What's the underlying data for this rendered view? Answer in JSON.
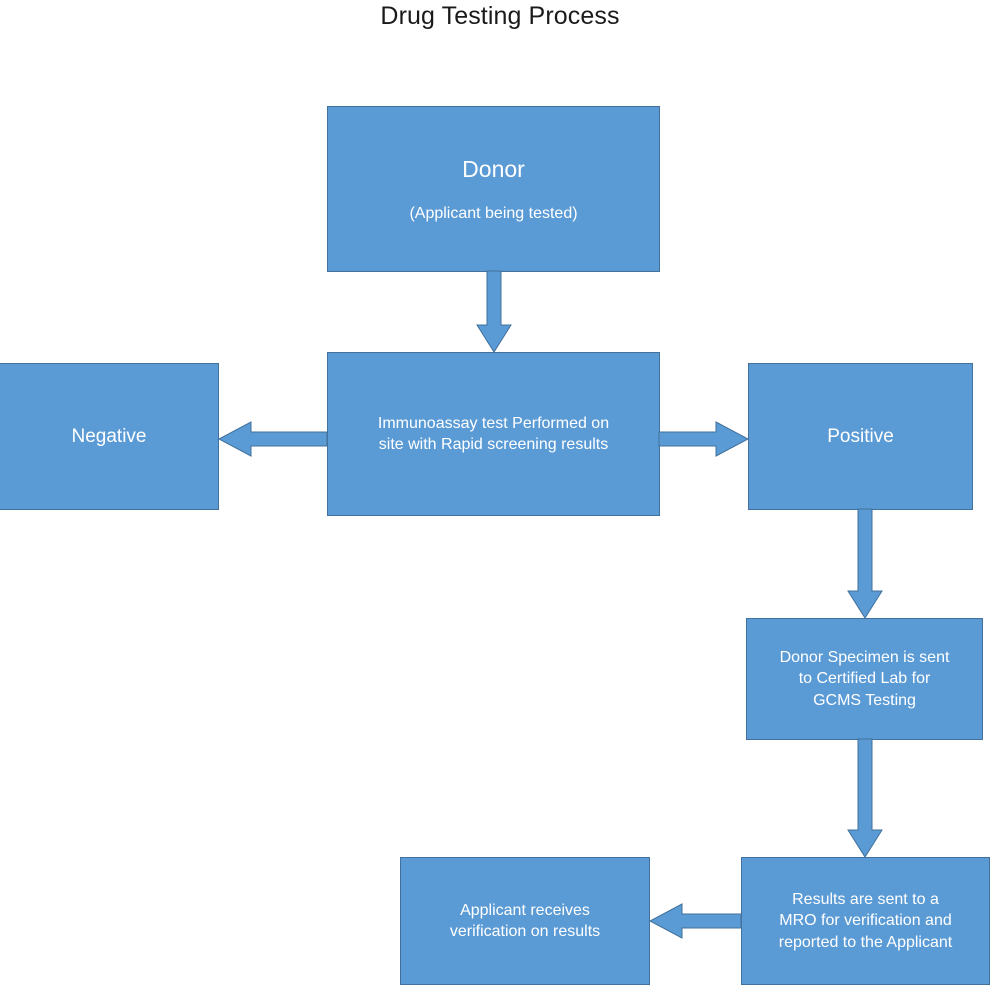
{
  "title": "Drug Testing Process",
  "theme": {
    "node_fill": "#5B9BD5",
    "node_border": "#41719C",
    "node_text": "#FFFFFF",
    "arrow_fill": "#5B9BD5",
    "arrow_border": "#41719C",
    "background": "#FFFFFF",
    "title_color": "#1A1A1A"
  },
  "chart_data": {
    "type": "diagram",
    "diagram_type": "flowchart",
    "title": "Drug Testing Process",
    "nodes": [
      {
        "id": "donor",
        "label": "Donor",
        "sublabel": "(Applicant being tested)",
        "shape": "rectangle"
      },
      {
        "id": "immunoassay",
        "label": "Immunoassay test Performed on site with Rapid screening results",
        "lines": [
          "Immunoassay test Performed on",
          "site with Rapid screening results"
        ],
        "shape": "rectangle"
      },
      {
        "id": "negative",
        "label": "Negative",
        "lines": [
          "Negative"
        ],
        "shape": "rectangle"
      },
      {
        "id": "positive",
        "label": "Positive",
        "lines": [
          "Positive"
        ],
        "shape": "rectangle"
      },
      {
        "id": "lab",
        "label": "Donor Specimen is sent to Certified Lab for GCMS Testing",
        "lines": [
          "Donor Specimen is sent",
          "to Certified Lab for",
          "GCMS Testing"
        ],
        "shape": "rectangle"
      },
      {
        "id": "results",
        "label": "Results are sent to a MRO for verification and reported to the Applicant",
        "lines": [
          "Results are sent to a",
          "MRO for verification and",
          "reported to the Applicant"
        ],
        "shape": "rectangle"
      },
      {
        "id": "applicant",
        "label": "Applicant receives verification on results",
        "lines": [
          "Applicant receives",
          "verification on results"
        ],
        "shape": "rectangle"
      }
    ],
    "edges": [
      {
        "from": "donor",
        "to": "immunoassay",
        "direction": "down",
        "label": ""
      },
      {
        "from": "immunoassay",
        "to": "negative",
        "direction": "left",
        "label": ""
      },
      {
        "from": "immunoassay",
        "to": "positive",
        "direction": "right",
        "label": ""
      },
      {
        "from": "positive",
        "to": "lab",
        "direction": "down",
        "label": ""
      },
      {
        "from": "lab",
        "to": "results",
        "direction": "down",
        "label": ""
      },
      {
        "from": "results",
        "to": "applicant",
        "direction": "left",
        "label": ""
      }
    ]
  }
}
